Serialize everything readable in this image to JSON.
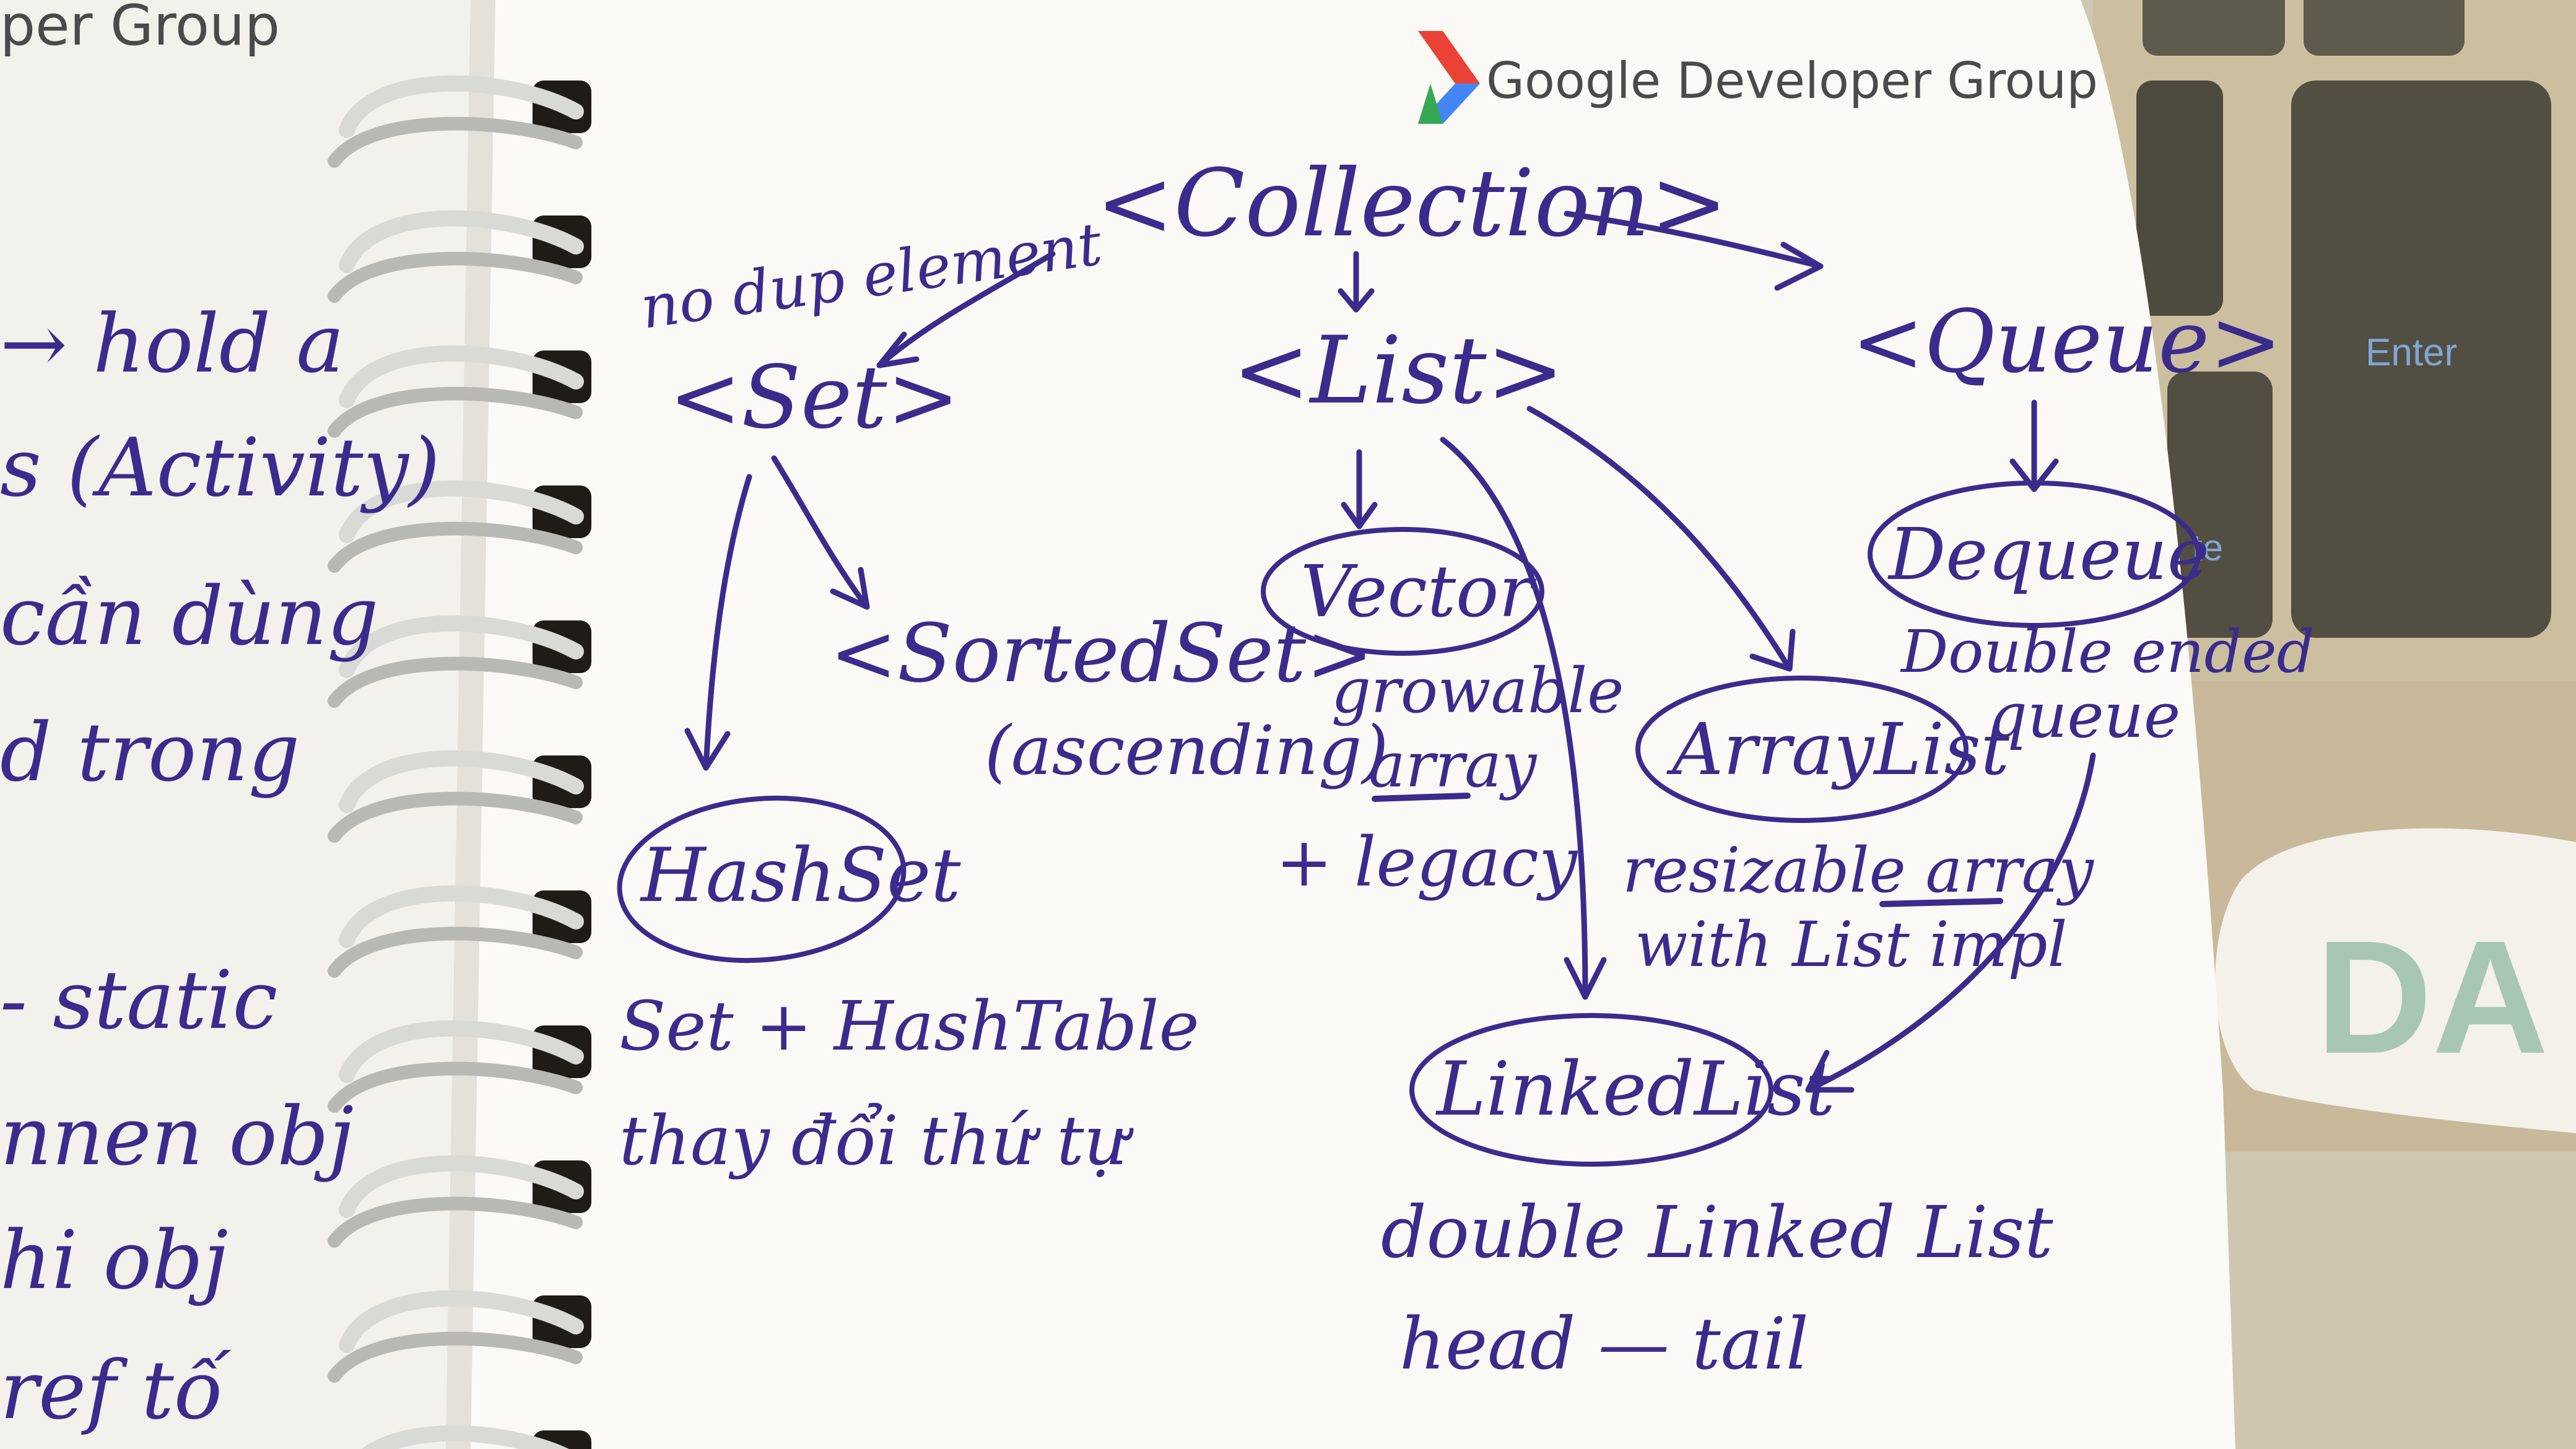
{
  "header": {
    "brand_text": "Google Developer Group",
    "left_page_header_fragment": "per Group"
  },
  "keyboard": {
    "enter_label": "Enter",
    "partial_key_label": "te"
  },
  "sticker": {
    "text": "DA"
  },
  "left_page_notes": [
    "→ hold a",
    "s (Activity)",
    "cần dùng",
    "d trong",
    "- static",
    "nnen obj",
    "hi obj",
    "ref tố"
  ],
  "diagram": {
    "collection": "<Collection>",
    "no_dup_note": "no dup element",
    "set": "<Set>",
    "sorted_set": "<SortedSet>",
    "sorted_set_note": "(ascending)",
    "hashset": "HashSet",
    "hashset_note_1": "Set + HashTable",
    "hashset_note_2": "thay đổi thứ tự",
    "list": "<List>",
    "vector": "Vector",
    "vector_note_1": "growable",
    "vector_note_2": "array",
    "vector_note_3": "+ legacy",
    "arraylist": "ArrayList",
    "arraylist_note_1": "resizable array",
    "arraylist_note_2": "with List impl",
    "linkedlist": "LinkedList",
    "linkedlist_note_1": "double Linked List",
    "linkedlist_note_2": "head — tail",
    "queue": "<Queue>",
    "dequeue": "Dequeue",
    "dequeue_note_1": "Double ended",
    "dequeue_note_2": "queue"
  },
  "colors": {
    "ink": "#3a2b8c",
    "paper": "#faf9f5",
    "keyboard": "#cbbf9f",
    "brand_red": "#ea4335",
    "brand_blue": "#4285f4",
    "brand_green": "#34a853"
  }
}
